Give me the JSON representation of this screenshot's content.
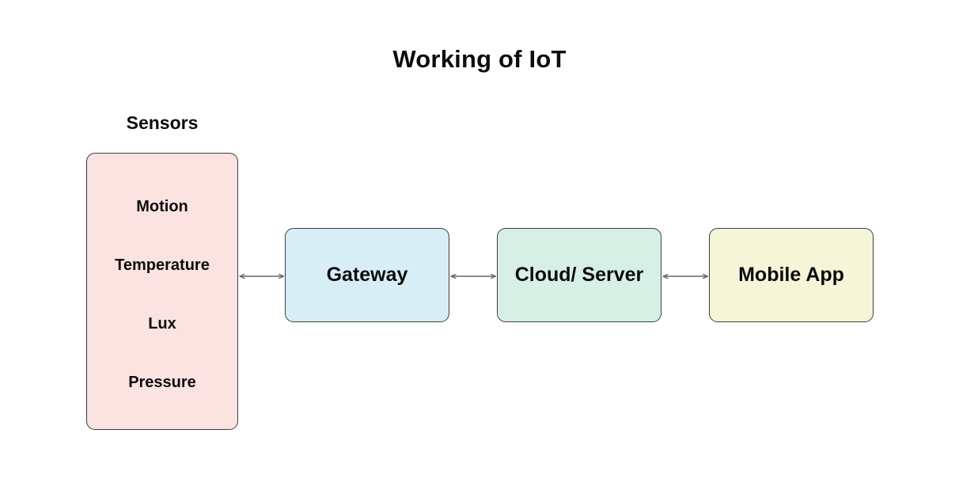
{
  "diagram": {
    "title": "Working of IoT",
    "sensors_group": {
      "caption": "Sensors",
      "fill_color": "#fae3e1",
      "items": [
        {
          "label": "Motion"
        },
        {
          "label": "Temperature"
        },
        {
          "label": "Lux"
        },
        {
          "label": "Pressure"
        }
      ]
    },
    "nodes": [
      {
        "id": "gateway",
        "label": "Gateway",
        "fill_color": "#d8eef6"
      },
      {
        "id": "cloud-server",
        "label": "Cloud/ Server",
        "fill_color": "#d6f0e6"
      },
      {
        "id": "mobile-app",
        "label": "Mobile App",
        "fill_color": "#f5f5d8"
      }
    ],
    "connectors": [
      {
        "id": "sensors-to-gateway",
        "from": "Sensors",
        "to": "Gateway",
        "arrow": "bidirectional",
        "color": "#666666"
      },
      {
        "id": "gateway-to-cloud",
        "from": "Gateway",
        "to": "Cloud/ Server",
        "arrow": "bidirectional",
        "color": "#666666"
      },
      {
        "id": "cloud-to-mobile",
        "from": "Cloud/ Server",
        "to": "Mobile App",
        "arrow": "bidirectional",
        "color": "#666666"
      }
    ],
    "colors": {
      "background": "#ffffff",
      "text": "#0d0d0d",
      "node_border": "#3d3d3d",
      "connector": "#666666"
    }
  }
}
